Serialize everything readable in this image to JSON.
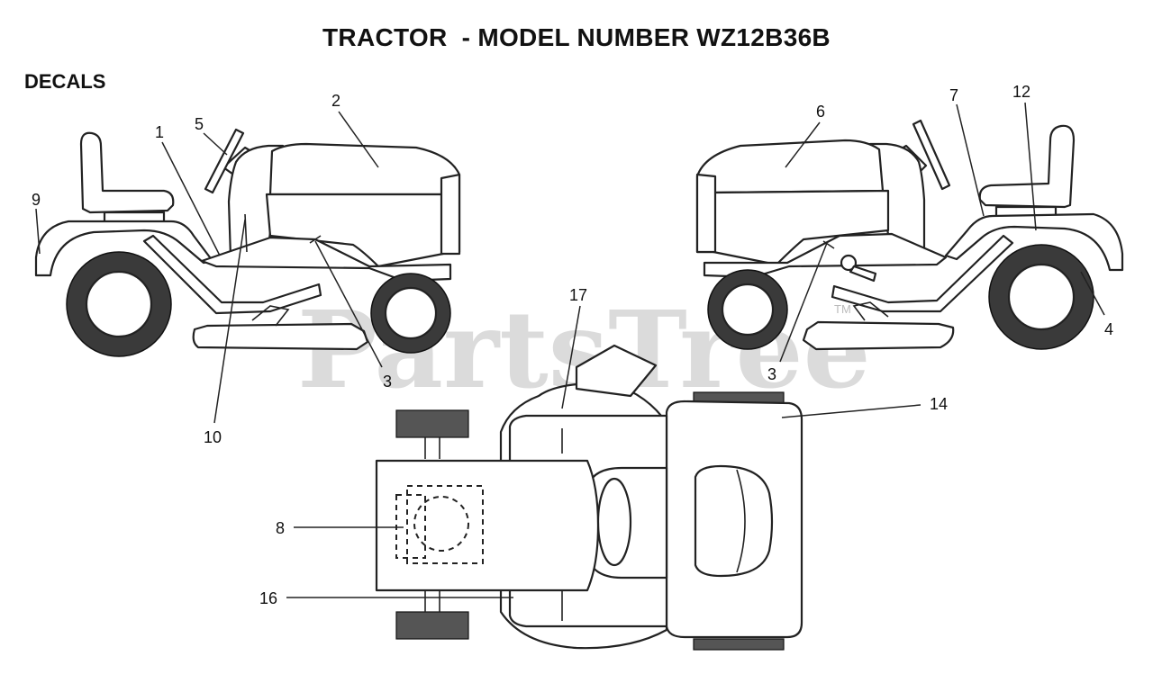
{
  "header": {
    "title": "TRACTOR  - MODEL NUMBER WZ12B36B",
    "section": "DECALS"
  },
  "watermark": {
    "text": "PartsTree",
    "trademark": "TM"
  },
  "callouts": {
    "c1": "1",
    "c2": "2",
    "c3_left": "3",
    "c3_right": "3",
    "c4": "4",
    "c5": "5",
    "c6": "6",
    "c7": "7",
    "c8": "8",
    "c9": "9",
    "c10": "10",
    "c12": "12",
    "c14": "14",
    "c16": "16",
    "c17": "17"
  }
}
